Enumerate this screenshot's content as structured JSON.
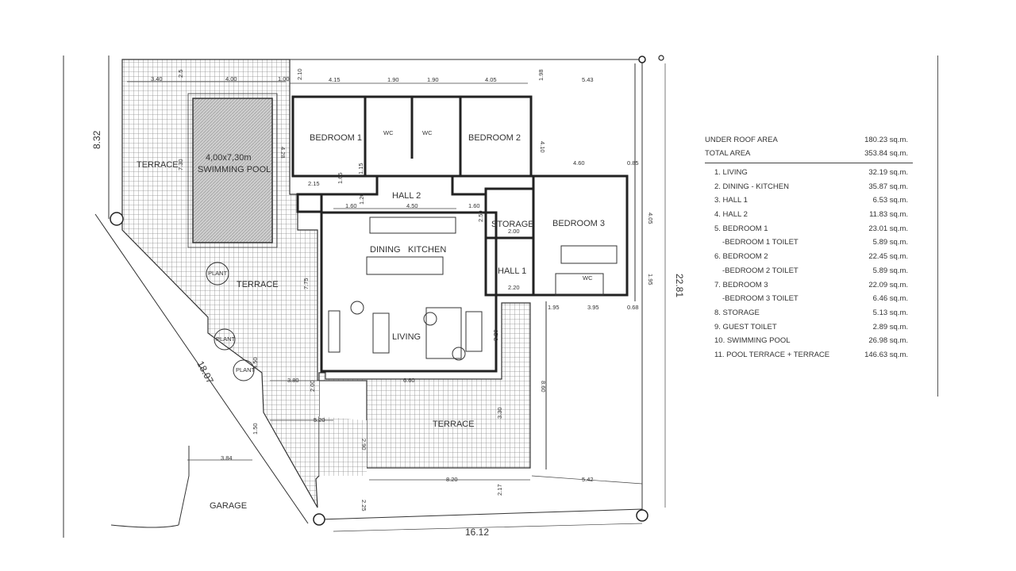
{
  "rooms": {
    "bedroom1": "BEDROOM 1",
    "bedroom2": "BEDROOM 2",
    "bedroom3": "BEDROOM 3",
    "hall2": "HALL 2",
    "hall1": "HALL 1",
    "storage": "STORAGE",
    "dining": "DINING",
    "kitchen": "KITCHEN",
    "living": "LIVING",
    "terrace_nw": "TERRACE",
    "terrace_mid": "TERRACE",
    "terrace_south": "TERRACE",
    "garage": "GARAGE",
    "pool_size": "4,00x7,30m",
    "pool_name": "SWIMMING POOL",
    "wc1": "WC",
    "wc2": "WC",
    "wc3": "WC",
    "plant1": "PLANT",
    "plant2": "PLANT",
    "plant3": "PLANT"
  },
  "dimensions": {
    "overall_bottom": "16.12",
    "overall_right": "22.81",
    "left_top": "8.32",
    "diagonal": "18.07",
    "top": [
      "3.40",
      "2.5",
      "4.00",
      "1.00",
      "2.10",
      "4.15",
      "1.90",
      "1.90",
      "4.05",
      "1.98",
      "5.43"
    ],
    "mid": [
      "2.15",
      "1.65",
      "1.15",
      "1.60",
      "4.50",
      "1.60",
      "2.00",
      "2.50",
      "4.60",
      "0.85",
      "4.10",
      "4.05",
      "4.28",
      "7.30",
      "1.20"
    ],
    "lower": [
      "2.20",
      "1.95",
      "1.95",
      "3.95",
      "0.68",
      "7.75",
      "3.20",
      "3.80",
      "6.60",
      "2.00",
      "8.60",
      "5.20",
      "1.50",
      "3.30",
      "2.90",
      "4.50",
      "3.84",
      "8.20",
      "5.42",
      "2.25",
      "2.17"
    ]
  },
  "legend": {
    "header": [
      {
        "name": "UNDER ROOF AREA",
        "area": "180.23 sq.m."
      },
      {
        "name": "TOTAL AREA",
        "area": "353.84 sq.m."
      }
    ],
    "items": [
      {
        "name": "1. LIVING",
        "area": "32.19 sq.m.",
        "sub": false
      },
      {
        "name": "2. DINING - KITCHEN",
        "area": "35.87 sq.m.",
        "sub": false
      },
      {
        "name": "3. HALL 1",
        "area": "6.53 sq.m.",
        "sub": false
      },
      {
        "name": "4. HALL 2",
        "area": "11.83 sq.m.",
        "sub": false
      },
      {
        "name": "5. BEDROOM 1",
        "area": "23.01 sq.m.",
        "sub": false
      },
      {
        "name": "-BEDROOM 1 TOILET",
        "area": "5.89 sq.m.",
        "sub": true
      },
      {
        "name": "6. BEDROOM 2",
        "area": "22.45 sq.m.",
        "sub": false
      },
      {
        "name": "-BEDROOM 2 TOILET",
        "area": "5.89 sq.m.",
        "sub": true
      },
      {
        "name": "7. BEDROOM 3",
        "area": "22.09 sq.m.",
        "sub": false
      },
      {
        "name": "-BEDROOM 3 TOILET",
        "area": "6.46 sq.m.",
        "sub": true
      },
      {
        "name": "8. STORAGE",
        "area": "5.13 sq.m.",
        "sub": false
      },
      {
        "name": "9. GUEST TOILET",
        "area": "2.89 sq.m.",
        "sub": false
      },
      {
        "name": "10. SWIMMING POOL",
        "area": "26.98 sq.m.",
        "sub": false
      },
      {
        "name": "11. POOL TERRACE + TERRACE",
        "area": "146.63 sq.m.",
        "sub": false
      }
    ]
  },
  "colors": {
    "wall": "#222222",
    "grid": "#9a9a9a",
    "pool": "#bdbdbd",
    "line": "#444444"
  }
}
